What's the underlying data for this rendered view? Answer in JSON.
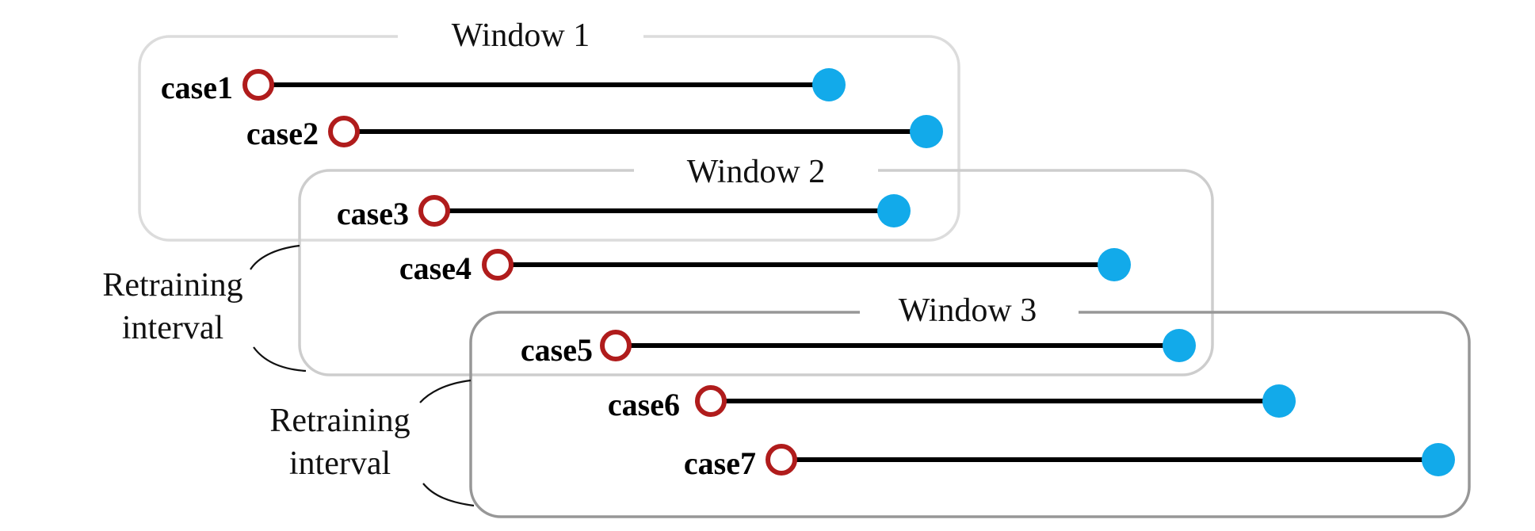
{
  "windows": [
    {
      "title": "Window 1",
      "color": "#dcdcdc"
    },
    {
      "title": "Window 2",
      "color": "#cdcdcd"
    },
    {
      "title": "Window 3",
      "color": "#979797"
    }
  ],
  "cases": [
    {
      "label": "case1"
    },
    {
      "label": "case2"
    },
    {
      "label": "case3"
    },
    {
      "label": "case4"
    },
    {
      "label": "case5"
    },
    {
      "label": "case6"
    },
    {
      "label": "case7"
    }
  ],
  "retraining_intervals": [
    {
      "line1": "Retraining",
      "line2": "interval"
    },
    {
      "line1": "Retraining",
      "line2": "interval"
    }
  ],
  "colors": {
    "start_marker": "#b01c1c",
    "end_marker": "#12aaea",
    "timeline": "#000000",
    "brace": "#111111"
  }
}
